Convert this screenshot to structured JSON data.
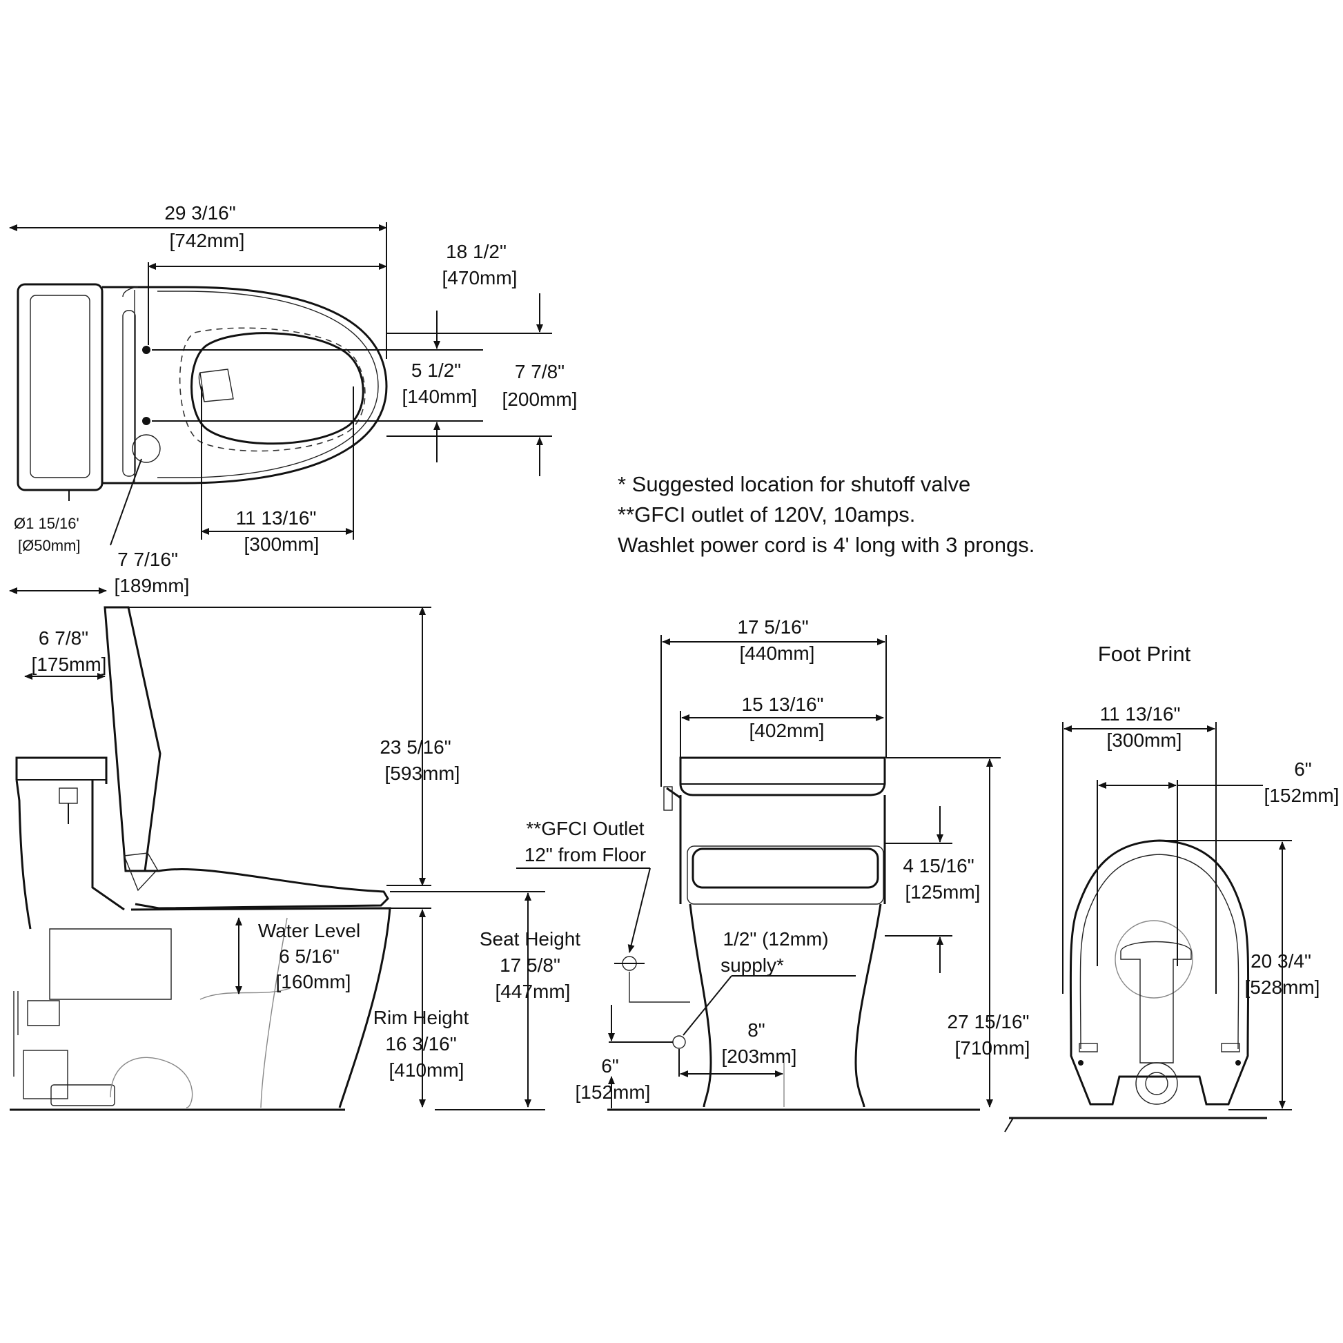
{
  "notes": {
    "line1": "* Suggested location for shutoff valve",
    "line2": "**GFCI outlet of 120V, 10amps.",
    "line3": "Washlet power cord is 4' long with 3 prongs."
  },
  "top_view": {
    "overall_length": {
      "in": "29 3/16\"",
      "mm": "[742mm]"
    },
    "seat_length": {
      "in": "18 1/2\"",
      "mm": "[470mm]"
    },
    "bolt_spacing": {
      "in": "5 1/2\"",
      "mm": "[140mm]"
    },
    "supply_offset": {
      "in": "7 7/8\"",
      "mm": "[200mm]"
    },
    "rough_in": {
      "in": "11 13/16\"",
      "mm": "[300mm]"
    },
    "supply_diameter": {
      "in": "Ø1 15/16'",
      "mm": "[Ø50mm]"
    }
  },
  "side_view": {
    "tank_depth": {
      "in": "7 7/16\"",
      "mm": "[189mm]"
    },
    "wall_clearance": {
      "in": "6 7/8\"",
      "mm": "[175mm]"
    },
    "seat_open_height": {
      "in": "23 5/16\"",
      "mm": "[593mm]"
    },
    "water_level": {
      "label": "Water Level",
      "in": "6 5/16\"",
      "mm": "[160mm]"
    },
    "rim_height": {
      "label": "Rim Height",
      "in": "16 3/16\"",
      "mm": "[410mm]"
    },
    "seat_height": {
      "label": "Seat Height",
      "in": "17 5/8\"",
      "mm": "[447mm]"
    }
  },
  "front_view": {
    "overall_width": {
      "in": "17 5/16\"",
      "mm": "[440mm]"
    },
    "tank_width": {
      "in": "15 13/16\"",
      "mm": "[402mm]"
    },
    "gfci": {
      "line1": "**GFCI Outlet",
      "line2": "12\" from Floor"
    },
    "supply": {
      "line1": "1/2\" (12mm)",
      "line2": "supply*"
    },
    "supply_height": {
      "in": "6\"",
      "mm": "[152mm]"
    },
    "supply_offset": {
      "in": "8\"",
      "mm": "[203mm]"
    },
    "seat_gap": {
      "in": "4 15/16\"",
      "mm": "[125mm]"
    },
    "overall_height": {
      "in": "27 15/16\"",
      "mm": "[710mm]"
    }
  },
  "footprint": {
    "title": "Foot Print",
    "width": {
      "in": "11 13/16\"",
      "mm": "[300mm]"
    },
    "inner_width": {
      "in": "6\"",
      "mm": "[152mm]"
    },
    "length": {
      "in": "20 3/4\"",
      "mm": "[528mm]"
    }
  }
}
